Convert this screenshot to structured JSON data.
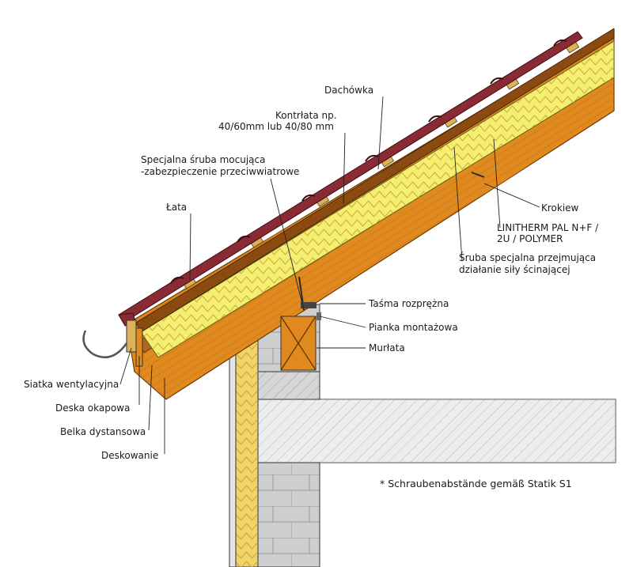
{
  "labels": {
    "dachowka": "Dachówka",
    "kontrlata_1": "Kontrłata np.",
    "kontrlata_2": "40/60mm lub 40/80 mm",
    "sruba_mocujaca_1": "Specjalna śruba mocująca",
    "sruba_mocujaca_2": "-zabezpieczenie  przeciwwiatrowe",
    "lata": "Łata",
    "krokiew": "Krokiew",
    "linitherm_1": "LINITHERM PAL N+F /",
    "linitherm_2": "2U / POLYMER",
    "sruba_specjalna_1": "Śruba specjalna  przejmująca",
    "sruba_specjalna_2": "działanie siły ścinającej",
    "tasma": "Taśma rozprężna",
    "pianka": "Pianka montażowa",
    "murlata": "Murłata",
    "siatka": "Siatka wentylacyjna",
    "deska": "Deska okapowa",
    "belka": "Belka dystansowa",
    "deskowanie": "Deskowanie"
  },
  "note": "* Schraubenabstände gemäß Statik S1",
  "colors": {
    "rafter": "#e0891e",
    "rafter_dark": "#a85c10",
    "insulation": "#f4ee72",
    "tile": "#8a2a35",
    "batten": "#d9b25a",
    "concrete": "#dadada",
    "brick": "#c8c8c8",
    "wall_insulation": "#f0d36a"
  }
}
